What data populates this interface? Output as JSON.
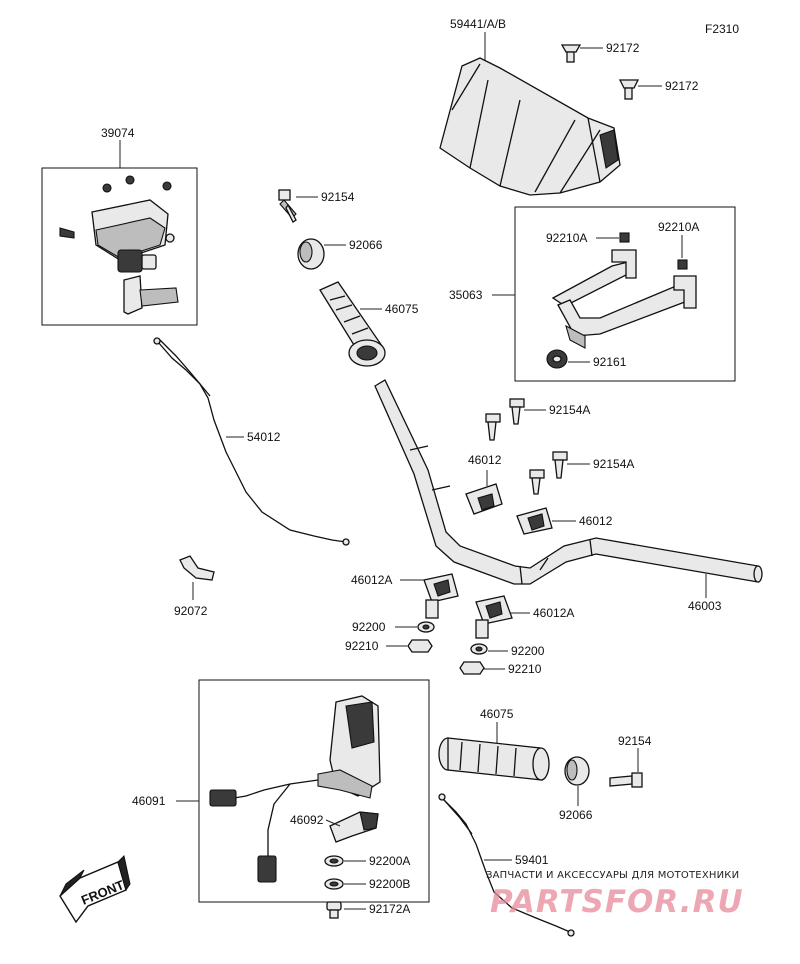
{
  "figure_code": "F2310",
  "labels": {
    "p59441": "59441/A/B",
    "p92172_top": "92172",
    "p92172_mid": "92172",
    "p39074": "39074",
    "p92154_top": "92154",
    "p92066_top": "92066",
    "p46075_top": "46075",
    "p35063": "35063",
    "p92210A_left": "92210A",
    "p92210A_right": "92210A",
    "p92161": "92161",
    "p54012": "54012",
    "p92154A_a": "92154A",
    "p46012_left": "46012",
    "p92154A_b": "92154A",
    "p46012_right": "46012",
    "p92072": "92072",
    "p46012A_left": "46012A",
    "p46012A_right": "46012A",
    "p46003": "46003",
    "p92200_left": "92200",
    "p92210_left": "92210",
    "p92200_right": "92200",
    "p92210_right": "92210",
    "p46075_bottom": "46075",
    "p92154_bottom": "92154",
    "p46091": "46091",
    "p92066_bottom": "92066",
    "p46092": "46092",
    "p59401": "59401",
    "p92200A": "92200A",
    "p92200B": "92200B",
    "p92172A": "92172A"
  },
  "front_arrow": "FRONT",
  "watermark": {
    "subtitle": "ЗАПЧАСТИ И АКСЕССУАРЫ ДЛЯ МОТОТЕХНИКИ",
    "logo": "PARTSFOR.RU"
  }
}
